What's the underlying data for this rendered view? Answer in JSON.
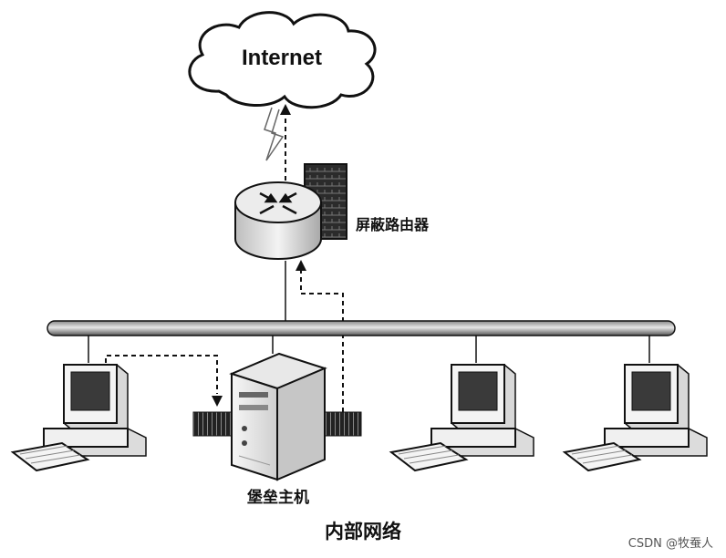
{
  "diagram": {
    "internet_label": "Internet",
    "router_label": "屏蔽路由器",
    "bastion_label": "堡垒主机",
    "network_label": "内部网络"
  },
  "watermark": "CSDN @牧蚕人",
  "colors": {
    "line": "#111111",
    "screen_dark": "#3a3a3a",
    "box_fill": "#f2f2f2",
    "shadow": "#9a9a9a"
  }
}
